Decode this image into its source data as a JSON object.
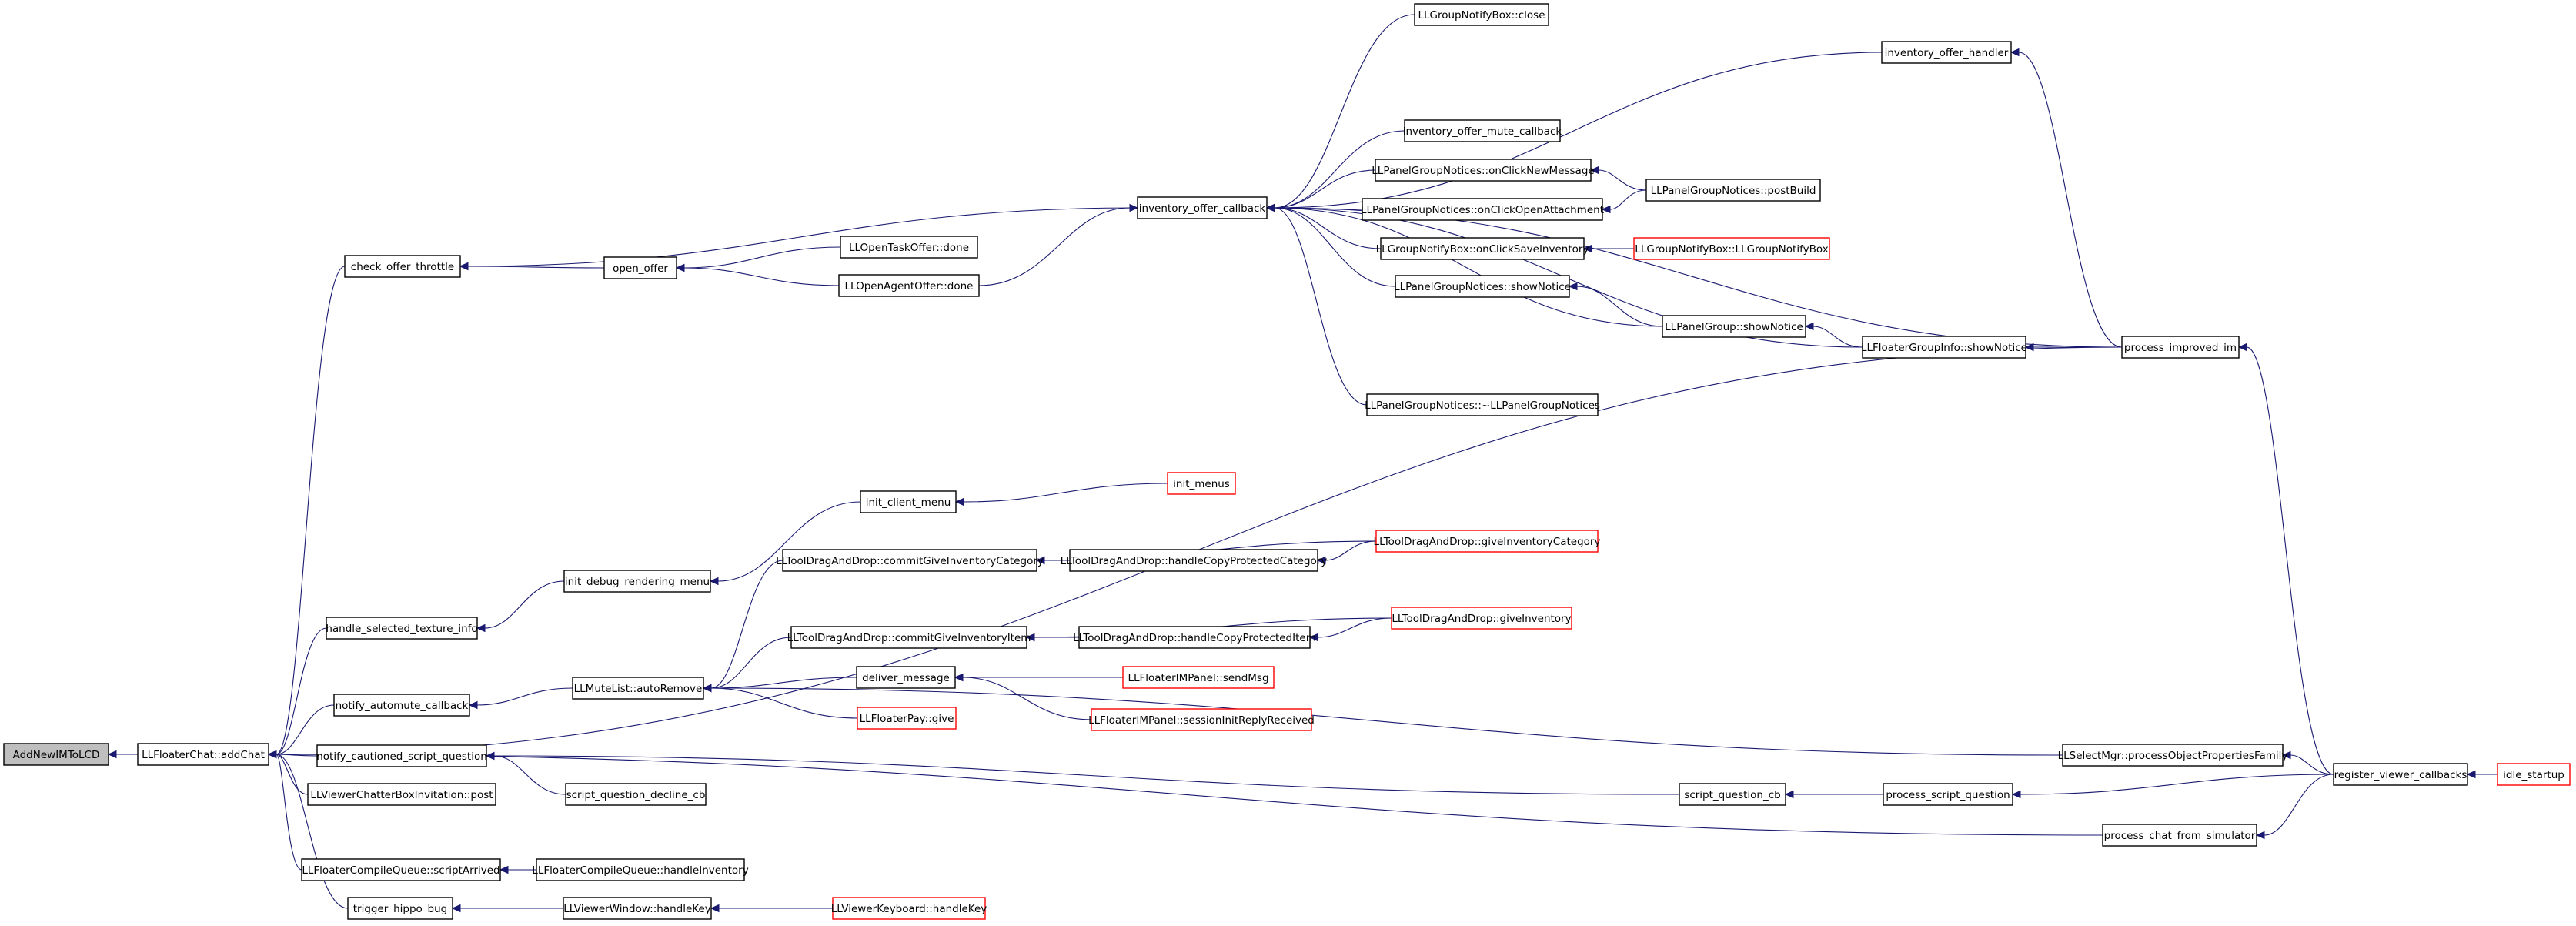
{
  "colors": {
    "edge": "#191970",
    "root_fill": "#bfbfbf",
    "truncated_border": "#ff0000",
    "node_border": "#000000"
  },
  "nodes": [
    {
      "id": "addnewim",
      "label": "AddNewIMToLCD",
      "root": true
    },
    {
      "id": "addchat",
      "label": "LLFloaterChat::addChat"
    },
    {
      "id": "check_offer",
      "label": "check_offer_throttle"
    },
    {
      "id": "handle_tex",
      "label": "handle_selected_texture_info"
    },
    {
      "id": "notify_automute",
      "label": "notify_automute_callback"
    },
    {
      "id": "notify_cautioned",
      "label": "notify_cautioned_script_question"
    },
    {
      "id": "chatter_post",
      "label": "LLViewerChatterBoxInvitation::post"
    },
    {
      "id": "compile_arrived",
      "label": "LLFloaterCompileQueue::scriptArrived"
    },
    {
      "id": "trigger_hippo",
      "label": "trigger_hippo_bug"
    },
    {
      "id": "open_offer",
      "label": "open_offer"
    },
    {
      "id": "inv_offer_cb",
      "label": "inventory_offer_callback"
    },
    {
      "id": "task_done",
      "label": "LLOpenTaskOffer::done"
    },
    {
      "id": "agent_done",
      "label": "LLOpenAgentOffer::done"
    },
    {
      "id": "gnb_close",
      "label": "LLGroupNotifyBox::close"
    },
    {
      "id": "inv_offer_handler",
      "label": "inventory_offer_handler"
    },
    {
      "id": "inv_mute_cb",
      "label": "inventory_offer_mute_callback"
    },
    {
      "id": "pgn_newmsg",
      "label": "LLPanelGroupNotices::onClickNewMessage"
    },
    {
      "id": "pgn_openatt",
      "label": "LLPanelGroupNotices::onClickOpenAttachment"
    },
    {
      "id": "pgn_postbuild",
      "label": "LLPanelGroupNotices::postBuild"
    },
    {
      "id": "gnb_saveinv",
      "label": "LLGroupNotifyBox::onClickSaveInventory"
    },
    {
      "id": "gnb_ctor",
      "label": "LLGroupNotifyBox::LLGroupNotifyBox",
      "red": true
    },
    {
      "id": "pgn_shownotice",
      "label": "LLPanelGroupNotices::showNotice"
    },
    {
      "id": "pg_shownotice",
      "label": "LLPanelGroup::showNotice"
    },
    {
      "id": "fgi_shownotice",
      "label": "LLFloaterGroupInfo::showNotice"
    },
    {
      "id": "pgn_dtor",
      "label": "LLPanelGroupNotices::~LLPanelGroupNotices"
    },
    {
      "id": "process_im",
      "label": "process_improved_im"
    },
    {
      "id": "init_debug",
      "label": "init_debug_rendering_menu"
    },
    {
      "id": "init_client",
      "label": "init_client_menu"
    },
    {
      "id": "init_menus",
      "label": "init_menus",
      "red": true
    },
    {
      "id": "mutelist_autoremove",
      "label": "LLMuteList::autoRemove"
    },
    {
      "id": "tdd_commit_cat",
      "label": "LLToolDragAndDrop::commitGiveInventoryCategory"
    },
    {
      "id": "tdd_handle_cat",
      "label": "LLToolDragAndDrop::handleCopyProtectedCategory"
    },
    {
      "id": "tdd_give_cat",
      "label": "LLToolDragAndDrop::giveInventoryCategory",
      "red": true
    },
    {
      "id": "tdd_commit_item",
      "label": "LLToolDragAndDrop::commitGiveInventoryItem"
    },
    {
      "id": "tdd_handle_item",
      "label": "LLToolDragAndDrop::handleCopyProtectedItem"
    },
    {
      "id": "tdd_give_inv",
      "label": "LLToolDragAndDrop::giveInventory",
      "red": true
    },
    {
      "id": "deliver_msg",
      "label": "deliver_message"
    },
    {
      "id": "fim_sendmsg",
      "label": "LLFloaterIMPanel::sendMsg",
      "red": true
    },
    {
      "id": "fim_session",
      "label": "LLFloaterIMPanel::sessionInitReplyReceived",
      "red": true
    },
    {
      "id": "floaterpay_give",
      "label": "LLFloaterPay::give",
      "red": true
    },
    {
      "id": "selectmgr_family",
      "label": "LLSelectMgr::processObjectPropertiesFamily"
    },
    {
      "id": "script_decline",
      "label": "script_question_decline_cb"
    },
    {
      "id": "script_q_cb",
      "label": "script_question_cb"
    },
    {
      "id": "process_script_q",
      "label": "process_script_question"
    },
    {
      "id": "register_cb",
      "label": "register_viewer_callbacks"
    },
    {
      "id": "idle_startup",
      "label": "idle_startup",
      "red": true
    },
    {
      "id": "process_chat",
      "label": "process_chat_from_simulator"
    },
    {
      "id": "compile_handleinv",
      "label": "LLFloaterCompileQueue::handleInventory"
    },
    {
      "id": "viewerwindow_key",
      "label": "LLViewerWindow::handleKey"
    },
    {
      "id": "viewerkeyboard_key",
      "label": "LLViewerKeyboard::handleKey",
      "red": true
    }
  ],
  "edges": [
    {
      "from": "addchat",
      "to": "addnewim"
    },
    {
      "from": "check_offer",
      "to": "addchat"
    },
    {
      "from": "handle_tex",
      "to": "addchat"
    },
    {
      "from": "notify_automute",
      "to": "addchat"
    },
    {
      "from": "notify_cautioned",
      "to": "addchat"
    },
    {
      "from": "chatter_post",
      "to": "addchat"
    },
    {
      "from": "compile_arrived",
      "to": "addchat"
    },
    {
      "from": "trigger_hippo",
      "to": "addchat"
    },
    {
      "from": "process_im",
      "to": "addchat"
    },
    {
      "from": "process_chat",
      "to": "addchat"
    },
    {
      "from": "open_offer",
      "to": "check_offer"
    },
    {
      "from": "inv_offer_cb",
      "to": "check_offer"
    },
    {
      "from": "task_done",
      "to": "open_offer"
    },
    {
      "from": "agent_done",
      "to": "open_offer"
    },
    {
      "from": "agent_done",
      "to": "inv_offer_cb"
    },
    {
      "from": "gnb_close",
      "to": "inv_offer_cb"
    },
    {
      "from": "inv_offer_handler",
      "to": "inv_offer_cb"
    },
    {
      "from": "process_im",
      "to": "inv_offer_cb"
    },
    {
      "from": "inv_mute_cb",
      "to": "inv_offer_cb"
    },
    {
      "from": "pgn_newmsg",
      "to": "inv_offer_cb"
    },
    {
      "from": "pgn_openatt",
      "to": "inv_offer_cb"
    },
    {
      "from": "gnb_saveinv",
      "to": "inv_offer_cb"
    },
    {
      "from": "pgn_shownotice",
      "to": "inv_offer_cb"
    },
    {
      "from": "pg_shownotice",
      "to": "inv_offer_cb"
    },
    {
      "from": "fgi_shownotice",
      "to": "inv_offer_cb"
    },
    {
      "from": "pgn_dtor",
      "to": "inv_offer_cb"
    },
    {
      "from": "pgn_postbuild",
      "to": "pgn_newmsg"
    },
    {
      "from": "pgn_postbuild",
      "to": "pgn_openatt"
    },
    {
      "from": "gnb_ctor",
      "to": "gnb_saveinv"
    },
    {
      "from": "pg_shownotice",
      "to": "pgn_shownotice"
    },
    {
      "from": "fgi_shownotice",
      "to": "pg_shownotice"
    },
    {
      "from": "process_im",
      "to": "fgi_shownotice"
    },
    {
      "from": "process_im",
      "to": "inv_offer_handler"
    },
    {
      "from": "register_cb",
      "to": "process_im"
    },
    {
      "from": "init_debug",
      "to": "handle_tex"
    },
    {
      "from": "init_client",
      "to": "init_debug"
    },
    {
      "from": "init_menus",
      "to": "init_client"
    },
    {
      "from": "mutelist_autoremove",
      "to": "notify_automute"
    },
    {
      "from": "tdd_commit_cat",
      "to": "mutelist_autoremove"
    },
    {
      "from": "tdd_commit_item",
      "to": "mutelist_autoremove"
    },
    {
      "from": "deliver_msg",
      "to": "mutelist_autoremove"
    },
    {
      "from": "floaterpay_give",
      "to": "mutelist_autoremove"
    },
    {
      "from": "selectmgr_family",
      "to": "mutelist_autoremove"
    },
    {
      "from": "tdd_handle_cat",
      "to": "tdd_commit_cat"
    },
    {
      "from": "tdd_give_cat",
      "to": "tdd_commit_cat"
    },
    {
      "from": "tdd_give_cat",
      "to": "tdd_handle_cat"
    },
    {
      "from": "tdd_handle_item",
      "to": "tdd_commit_item"
    },
    {
      "from": "tdd_give_inv",
      "to": "tdd_commit_item"
    },
    {
      "from": "tdd_give_inv",
      "to": "tdd_handle_item"
    },
    {
      "from": "fim_sendmsg",
      "to": "deliver_msg"
    },
    {
      "from": "fim_session",
      "to": "deliver_msg"
    },
    {
      "from": "register_cb",
      "to": "selectmgr_family"
    },
    {
      "from": "script_decline",
      "to": "notify_cautioned"
    },
    {
      "from": "script_q_cb",
      "to": "notify_cautioned"
    },
    {
      "from": "process_script_q",
      "to": "script_q_cb"
    },
    {
      "from": "register_cb",
      "to": "process_script_q"
    },
    {
      "from": "idle_startup",
      "to": "register_cb"
    },
    {
      "from": "register_cb",
      "to": "process_chat"
    },
    {
      "from": "compile_handleinv",
      "to": "compile_arrived"
    },
    {
      "from": "viewerwindow_key",
      "to": "trigger_hippo"
    },
    {
      "from": "viewerkeyboard_key",
      "to": "viewerwindow_key"
    }
  ]
}
